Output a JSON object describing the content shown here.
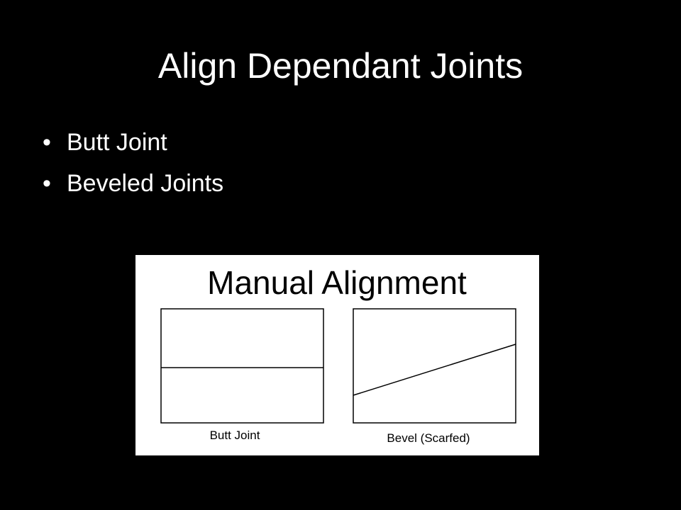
{
  "slide": {
    "title": "Align Dependant Joints",
    "bullets": [
      {
        "marker": "•",
        "text": "Butt Joint"
      },
      {
        "marker": "•",
        "text": "Beveled Joints"
      }
    ]
  },
  "figure": {
    "title": "Manual Alignment",
    "panels": [
      {
        "caption": "Butt Joint"
      },
      {
        "caption": "Bevel (Scarfed)"
      }
    ]
  },
  "colors": {
    "background": "#000000",
    "text": "#ffffff",
    "figure_background": "#ffffff",
    "figure_ink": "#000000"
  }
}
